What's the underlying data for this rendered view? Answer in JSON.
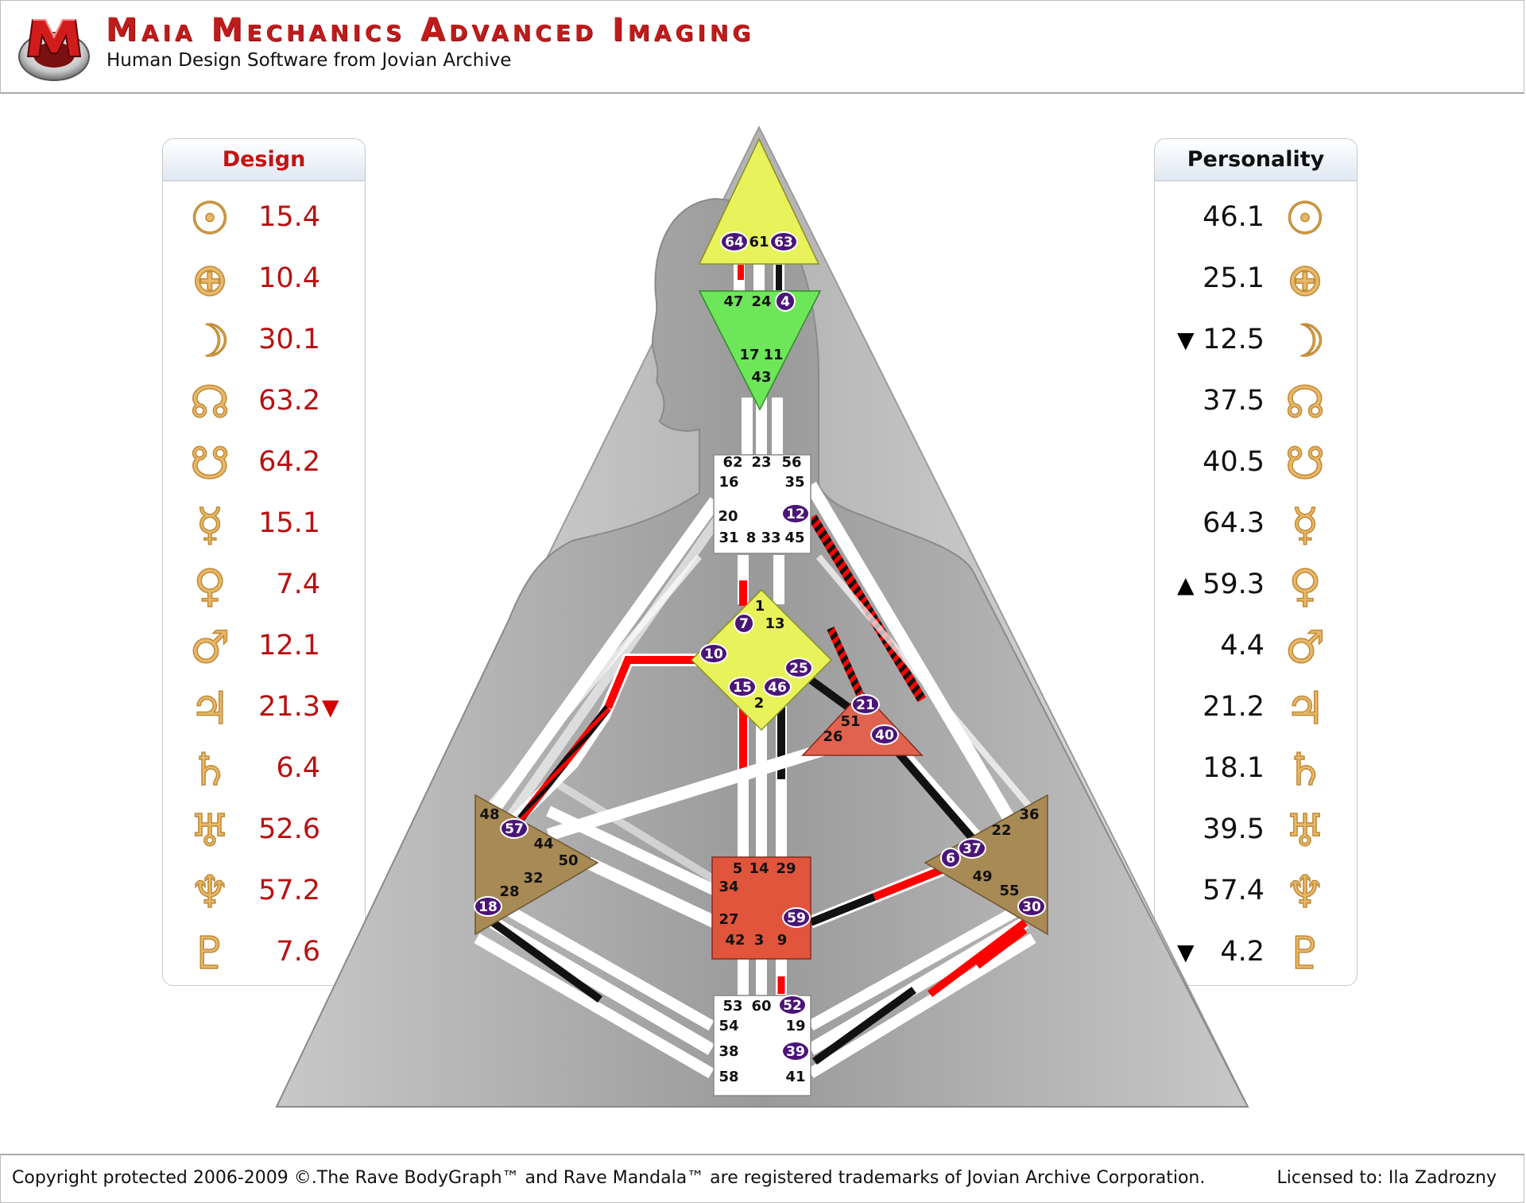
{
  "header": {
    "title": "Maia Mechanics Advanced Imaging",
    "subtitle": "Human Design Software from Jovian Archive",
    "logo_icon": "maia-m-logo-icon"
  },
  "design": {
    "title": "Design",
    "rows": [
      {
        "planet": "sun",
        "glyph": "☉",
        "value": "15.4",
        "arrow": ""
      },
      {
        "planet": "earth",
        "glyph": "⊕",
        "value": "10.4",
        "arrow": ""
      },
      {
        "planet": "moon",
        "glyph": "☽",
        "value": "30.1",
        "arrow": ""
      },
      {
        "planet": "north-node",
        "glyph": "☊",
        "value": "63.2",
        "arrow": ""
      },
      {
        "planet": "south-node",
        "glyph": "☋",
        "value": "64.2",
        "arrow": ""
      },
      {
        "planet": "mercury",
        "glyph": "☿",
        "value": "15.1",
        "arrow": ""
      },
      {
        "planet": "venus",
        "glyph": "♀",
        "value": "7.4",
        "arrow": ""
      },
      {
        "planet": "mars",
        "glyph": "♂",
        "value": "12.1",
        "arrow": ""
      },
      {
        "planet": "jupiter",
        "glyph": "♃",
        "value": "21.3",
        "arrow": "▼"
      },
      {
        "planet": "saturn",
        "glyph": "♄",
        "value": "6.4",
        "arrow": ""
      },
      {
        "planet": "uranus",
        "glyph": "♅",
        "value": "52.6",
        "arrow": ""
      },
      {
        "planet": "neptune",
        "glyph": "♆",
        "value": "57.2",
        "arrow": ""
      },
      {
        "planet": "pluto",
        "glyph": "♇",
        "value": "7.6",
        "arrow": ""
      }
    ]
  },
  "personality": {
    "title": "Personality",
    "rows": [
      {
        "planet": "sun",
        "glyph": "☉",
        "value": "46.1",
        "arrow": ""
      },
      {
        "planet": "earth",
        "glyph": "⊕",
        "value": "25.1",
        "arrow": ""
      },
      {
        "planet": "moon",
        "glyph": "☽",
        "value": "12.5",
        "arrow": "▼"
      },
      {
        "planet": "north-node",
        "glyph": "☊",
        "value": "37.5",
        "arrow": ""
      },
      {
        "planet": "south-node",
        "glyph": "☋",
        "value": "40.5",
        "arrow": ""
      },
      {
        "planet": "mercury",
        "glyph": "☿",
        "value": "64.3",
        "arrow": ""
      },
      {
        "planet": "venus",
        "glyph": "♀",
        "value": "59.3",
        "arrow": "▲"
      },
      {
        "planet": "mars",
        "glyph": "♂",
        "value": "4.4",
        "arrow": ""
      },
      {
        "planet": "jupiter",
        "glyph": "♃",
        "value": "21.2",
        "arrow": ""
      },
      {
        "planet": "saturn",
        "glyph": "♄",
        "value": "18.1",
        "arrow": ""
      },
      {
        "planet": "uranus",
        "glyph": "♅",
        "value": "39.5",
        "arrow": ""
      },
      {
        "planet": "neptune",
        "glyph": "♆",
        "value": "57.4",
        "arrow": ""
      },
      {
        "planet": "pluto",
        "glyph": "♇",
        "value": "4.2",
        "arrow": "▼"
      }
    ]
  },
  "bodygraph": {
    "colors": {
      "design": "#ff0000",
      "personality": "#111111",
      "head": "#e8f25a",
      "ajna": "#6ee65a",
      "g": "#e8f25a",
      "ego": "#e0634f",
      "sacral": "#e0553c",
      "spleen": "#a88a55",
      "solar": "#a88a55"
    },
    "centers": {
      "head": {
        "gates": [
          "64",
          "61",
          "63"
        ],
        "active": [
          "64",
          "63"
        ]
      },
      "ajna": {
        "gates": [
          "47",
          "24",
          "4",
          "17",
          "11",
          "43"
        ],
        "active": [
          "4"
        ]
      },
      "throat": {
        "gates": [
          "62",
          "23",
          "56",
          "16",
          "35",
          "20",
          "12",
          "31",
          "8",
          "33",
          "45"
        ],
        "active": [
          "12"
        ]
      },
      "g": {
        "gates": [
          "1",
          "7",
          "13",
          "10",
          "25",
          "15",
          "46",
          "2"
        ],
        "active": [
          "7",
          "10",
          "25",
          "15",
          "46"
        ]
      },
      "ego": {
        "gates": [
          "21",
          "51",
          "26",
          "40"
        ],
        "active": [
          "21",
          "40"
        ]
      },
      "spleen": {
        "gates": [
          "48",
          "57",
          "44",
          "50",
          "32",
          "28",
          "18"
        ],
        "active": [
          "57",
          "18"
        ]
      },
      "solar_plexus": {
        "gates": [
          "36",
          "22",
          "6",
          "37",
          "49",
          "55",
          "30"
        ],
        "active": [
          "6",
          "37",
          "30"
        ]
      },
      "sacral": {
        "gates": [
          "5",
          "14",
          "29",
          "34",
          "27",
          "59",
          "42",
          "3",
          "9"
        ],
        "active": [
          "59"
        ]
      },
      "root": {
        "gates": [
          "53",
          "60",
          "52",
          "54",
          "19",
          "38",
          "39",
          "58",
          "41"
        ],
        "active": [
          "52",
          "39"
        ]
      }
    }
  },
  "footer": {
    "copyright": "Copyright protected 2006-2009 ©.The Rave BodyGraph™ and Rave Mandala™ are registered trademarks of Jovian Archive Corporation.",
    "license": "Licensed to: Ila Zadrozny"
  }
}
